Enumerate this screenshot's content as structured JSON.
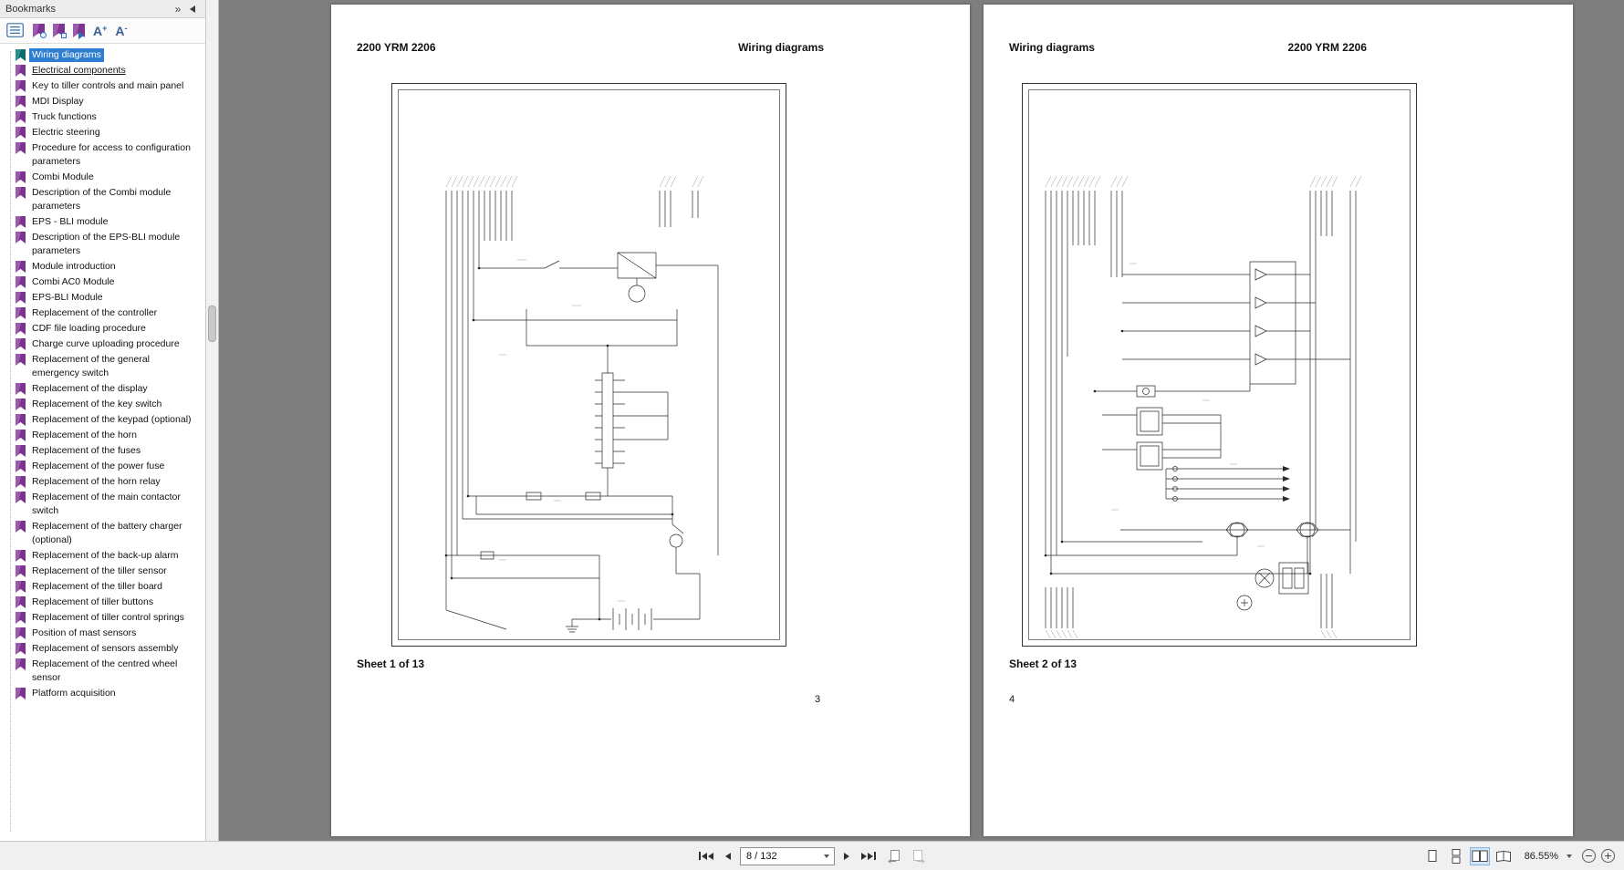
{
  "colors": {
    "selection_blue": "#2e7dd1",
    "bookmark_purple": "#8b3f9b",
    "bookmark_teal": "#157d7d",
    "canvas_gray": "#7e7e7e",
    "active_view_bg": "#cfe4f8"
  },
  "icons": {
    "panel_collapse": "»"
  },
  "sidebar": {
    "title": "Bookmarks",
    "toolbar": {
      "font_increase": {
        "letter": "A",
        "sign": "+"
      },
      "font_decrease": {
        "letter": "A",
        "sign": "-"
      }
    },
    "bookmarks": [
      {
        "label": "Wiring diagrams",
        "selected": true
      },
      {
        "label": "Electrical components"
      },
      {
        "label": "Key to tiller controls and main panel"
      },
      {
        "label": "MDI Display"
      },
      {
        "label": "Truck functions"
      },
      {
        "label": "Electric steering"
      },
      {
        "label": "Procedure for access to configuration parameters"
      },
      {
        "label": "Combi Module"
      },
      {
        "label": "Description of the Combi module parameters"
      },
      {
        "label": "EPS - BLI module"
      },
      {
        "label": "Description of the EPS-BLI module parameters"
      },
      {
        "label": "Module introduction"
      },
      {
        "label": "Combi AC0 Module"
      },
      {
        "label": "EPS-BLI Module"
      },
      {
        "label": "Replacement of the controller"
      },
      {
        "label": "CDF file loading procedure"
      },
      {
        "label": "Charge curve uploading procedure"
      },
      {
        "label": "Replacement of the general emergency switch"
      },
      {
        "label": "Replacement of the display"
      },
      {
        "label": "Replacement of the key switch"
      },
      {
        "label": "Replacement of the keypad (optional)"
      },
      {
        "label": "Replacement of the horn"
      },
      {
        "label": "Replacement of the fuses"
      },
      {
        "label": "Replacement of the power fuse"
      },
      {
        "label": "Replacement of the horn relay"
      },
      {
        "label": "Replacement of the main contactor switch"
      },
      {
        "label": "Replacement of the battery charger (optional)"
      },
      {
        "label": "Replacement of the back-up alarm"
      },
      {
        "label": "Replacement of the tiller sensor"
      },
      {
        "label": "Replacement of the tiller board"
      },
      {
        "label": "Replacement of tiller buttons"
      },
      {
        "label": "Replacement of tiller control springs"
      },
      {
        "label": "Position of mast sensors"
      },
      {
        "label": "Replacement of sensors assembly"
      },
      {
        "label": "Replacement of the centred wheel sensor"
      },
      {
        "label": "Platform acquisition"
      }
    ]
  },
  "document": {
    "left_page": {
      "header_left": "2200 YRM 2206",
      "header_right": "Wiring diagrams",
      "sheet_label": "Sheet 1 of 13",
      "page_number": "3"
    },
    "right_page": {
      "header_left": "Wiring diagrams",
      "header_right": "2200 YRM 2206",
      "sheet_label": "Sheet 2 of 13",
      "page_number": "4"
    }
  },
  "statusbar": {
    "page_input": "8 / 132",
    "zoom": "86.55%"
  }
}
